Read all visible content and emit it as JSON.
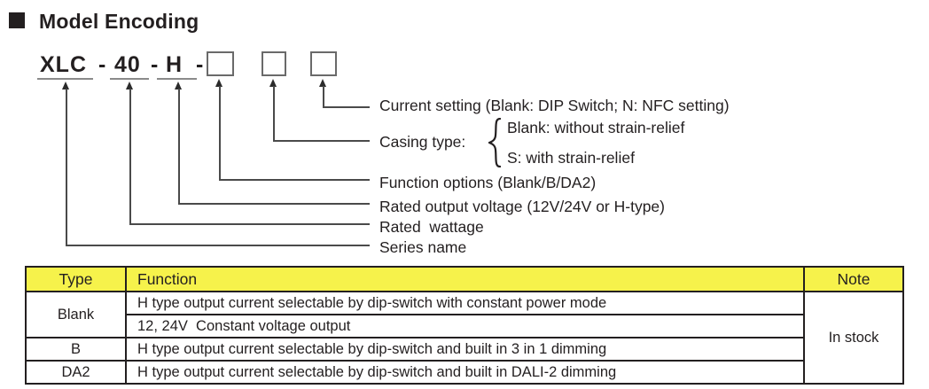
{
  "title": "Model Encoding",
  "model_code": {
    "series": "XLC",
    "sep1": "-",
    "wattage": "40",
    "sep2": "-",
    "voltage": "H",
    "sep3": "-"
  },
  "legend": {
    "current_setting": "Current setting (Blank: DIP Switch; N: NFC setting)",
    "casing_type_label": "Casing type:",
    "casing_options": [
      "Blank: without strain-relief",
      "S: with strain-relief"
    ],
    "function_options": "Function options (Blank/B/DA2)",
    "rated_output_voltage": "Rated output voltage (12V/24V or H-type)",
    "rated_wattage": "Rated  wattage",
    "series_name": "Series name"
  },
  "table": {
    "headers": {
      "type": "Type",
      "function": "Function",
      "note": "Note"
    },
    "rows": [
      {
        "type": "Blank",
        "functions": [
          "H type output current selectable by dip-switch with constant power mode",
          "12, 24V  Constant voltage output"
        ]
      },
      {
        "type": "B",
        "functions": [
          "H type output current selectable by dip-switch and built in 3 in 1 dimming"
        ]
      },
      {
        "type": "DA2",
        "functions": [
          "H type output current selectable by dip-switch and built in DALI-2 dimming"
        ]
      }
    ],
    "note": "In stock"
  },
  "colors": {
    "header_bg": "#F6F24B",
    "text": "#231F20",
    "leader_line": "#4A4A4A"
  }
}
